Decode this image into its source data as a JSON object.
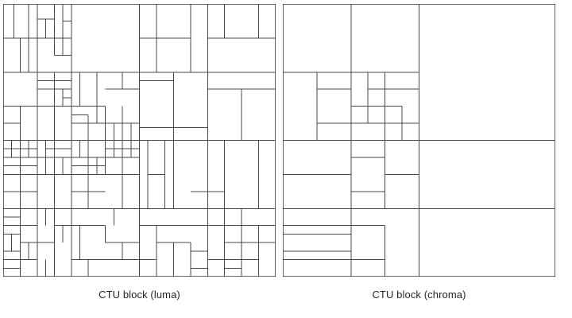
{
  "page": {
    "background_color": "#ffffff",
    "line_color": "#474747",
    "border_color": "#3c3c3c",
    "text_color": "#262626"
  },
  "figure": {
    "grid_units": 128,
    "diagrams": [
      {
        "id": "luma",
        "caption": "CTU block (luma)",
        "segments": [
          [
            16,
            0,
            16,
            128
          ],
          [
            32,
            0,
            32,
            128
          ],
          [
            64,
            0,
            64,
            128
          ],
          [
            96,
            0,
            96,
            128
          ],
          [
            0,
            32,
            128,
            32
          ],
          [
            0,
            64,
            128,
            64
          ],
          [
            0,
            96,
            128,
            96
          ],
          [
            5,
            0,
            5,
            16
          ],
          [
            12,
            0,
            12,
            32
          ],
          [
            8,
            16,
            8,
            32
          ],
          [
            20,
            7,
            20,
            16
          ],
          [
            24,
            0,
            24,
            24
          ],
          [
            28,
            0,
            28,
            24
          ],
          [
            0,
            16,
            32,
            16
          ],
          [
            16,
            7,
            24,
            7
          ],
          [
            28,
            8,
            32,
            8
          ],
          [
            24,
            24,
            32,
            24
          ],
          [
            72,
            0,
            72,
            32
          ],
          [
            88,
            0,
            88,
            32
          ],
          [
            104,
            0,
            104,
            16
          ],
          [
            120,
            0,
            120,
            16
          ],
          [
            64,
            16,
            88,
            16
          ],
          [
            96,
            16,
            128,
            16
          ],
          [
            24,
            32,
            24,
            128
          ],
          [
            36,
            32,
            36,
            48
          ],
          [
            44,
            32,
            44,
            48
          ],
          [
            28,
            40,
            28,
            48
          ],
          [
            56,
            32,
            56,
            40
          ],
          [
            16,
            36,
            32,
            36
          ],
          [
            16,
            40,
            32,
            40
          ],
          [
            28,
            44,
            32,
            44
          ],
          [
            0,
            48,
            48,
            48
          ],
          [
            8,
            48,
            8,
            64
          ],
          [
            0,
            56,
            8,
            56
          ],
          [
            32,
            52,
            40,
            52
          ],
          [
            40,
            52,
            40,
            96
          ],
          [
            44,
            48,
            44,
            56
          ],
          [
            32,
            56,
            64,
            56
          ],
          [
            48,
            48,
            48,
            80
          ],
          [
            56,
            48,
            56,
            96
          ],
          [
            52,
            56,
            52,
            64
          ],
          [
            60,
            56,
            60,
            64
          ],
          [
            48,
            40,
            64,
            40
          ],
          [
            64,
            36,
            80,
            36
          ],
          [
            80,
            32,
            80,
            96
          ],
          [
            96,
            40,
            128,
            40
          ],
          [
            112,
            40,
            112,
            64
          ],
          [
            64,
            58,
            96,
            58
          ],
          [
            4,
            64,
            4,
            72
          ],
          [
            8,
            64,
            8,
            96
          ],
          [
            12,
            64,
            12,
            72
          ],
          [
            20,
            64,
            20,
            80
          ],
          [
            28,
            72,
            28,
            80
          ],
          [
            36,
            64,
            36,
            72
          ],
          [
            44,
            72,
            44,
            80
          ],
          [
            52,
            64,
            52,
            72
          ],
          [
            60,
            64,
            60,
            72
          ],
          [
            0,
            68,
            16,
            68
          ],
          [
            20,
            68,
            32,
            68
          ],
          [
            48,
            68,
            64,
            68
          ],
          [
            0,
            72,
            64,
            72
          ],
          [
            0,
            76,
            16,
            76
          ],
          [
            32,
            76,
            48,
            76
          ],
          [
            0,
            80,
            64,
            80
          ],
          [
            0,
            88,
            16,
            88
          ],
          [
            32,
            88,
            48,
            88
          ],
          [
            68,
            64,
            68,
            96
          ],
          [
            76,
            64,
            76,
            96
          ],
          [
            68,
            80,
            76,
            80
          ],
          [
            104,
            64,
            104,
            128
          ],
          [
            120,
            64,
            120,
            96
          ],
          [
            88,
            88,
            104,
            88
          ],
          [
            8,
            96,
            8,
            128
          ],
          [
            20,
            96,
            20,
            104
          ],
          [
            52,
            96,
            52,
            104
          ],
          [
            0,
            100,
            8,
            100
          ],
          [
            0,
            104,
            16,
            104
          ],
          [
            24,
            104,
            48,
            104
          ],
          [
            64,
            104,
            128,
            104
          ],
          [
            28,
            104,
            28,
            112
          ],
          [
            36,
            104,
            36,
            120
          ],
          [
            48,
            104,
            48,
            112
          ],
          [
            72,
            104,
            72,
            128
          ],
          [
            0,
            108,
            8,
            108
          ],
          [
            4,
            108,
            4,
            116
          ],
          [
            8,
            112,
            24,
            112
          ],
          [
            48,
            112,
            64,
            112
          ],
          [
            72,
            112,
            88,
            112
          ],
          [
            104,
            112,
            128,
            112
          ],
          [
            12,
            112,
            12,
            120
          ],
          [
            56,
            112,
            56,
            120
          ],
          [
            80,
            112,
            80,
            128
          ],
          [
            88,
            112,
            88,
            128
          ],
          [
            112,
            96,
            112,
            128
          ],
          [
            120,
            104,
            120,
            128
          ],
          [
            120,
            88,
            120,
            96
          ],
          [
            0,
            116,
            8,
            116
          ],
          [
            88,
            116,
            96,
            116
          ],
          [
            0,
            120,
            16,
            120
          ],
          [
            20,
            120,
            20,
            128
          ],
          [
            32,
            120,
            72,
            120
          ],
          [
            96,
            120,
            120,
            120
          ],
          [
            40,
            120,
            40,
            128
          ],
          [
            0,
            124,
            8,
            124
          ],
          [
            88,
            124,
            96,
            124
          ],
          [
            104,
            124,
            112,
            124
          ]
        ]
      },
      {
        "id": "chroma",
        "caption": "CTU block (chroma)",
        "segments": [
          [
            32,
            0,
            32,
            128
          ],
          [
            64,
            0,
            64,
            128
          ],
          [
            0,
            32,
            64,
            32
          ],
          [
            0,
            64,
            128,
            64
          ],
          [
            0,
            96,
            128,
            96
          ],
          [
            16,
            32,
            16,
            64
          ],
          [
            40,
            32,
            40,
            56
          ],
          [
            48,
            32,
            48,
            96
          ],
          [
            56,
            48,
            56,
            64
          ],
          [
            16,
            40,
            32,
            40
          ],
          [
            40,
            40,
            64,
            40
          ],
          [
            32,
            48,
            56,
            48
          ],
          [
            16,
            56,
            64,
            56
          ],
          [
            32,
            72,
            48,
            72
          ],
          [
            0,
            80,
            32,
            80
          ],
          [
            48,
            80,
            64,
            80
          ],
          [
            32,
            88,
            48,
            88
          ],
          [
            0,
            104,
            48,
            104
          ],
          [
            48,
            104,
            48,
            128
          ],
          [
            0,
            108,
            32,
            108
          ],
          [
            0,
            116,
            32,
            116
          ],
          [
            0,
            120,
            48,
            120
          ]
        ]
      }
    ]
  }
}
